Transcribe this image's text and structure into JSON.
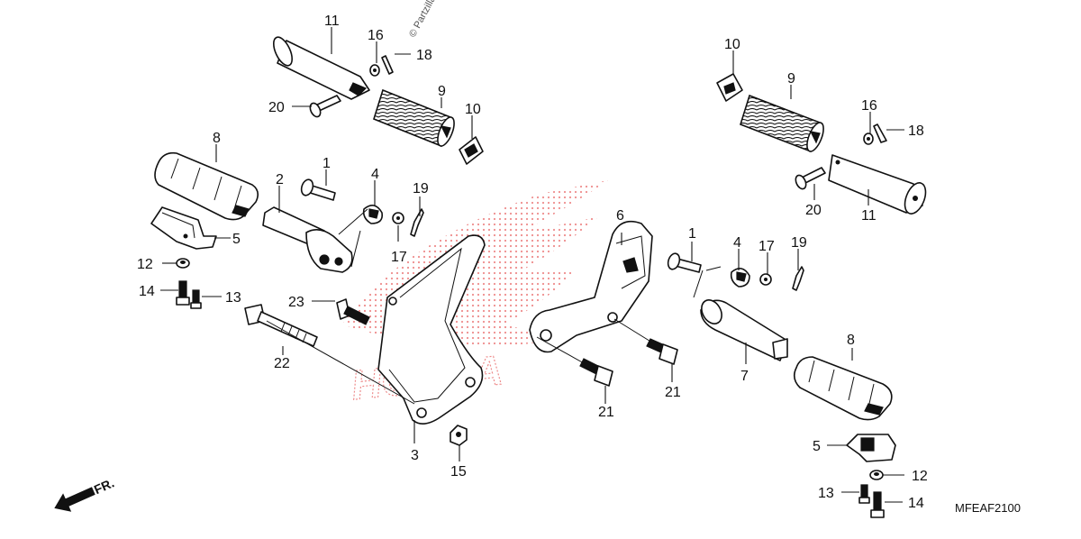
{
  "watermark": "© Partzilla",
  "diagram_code": "MFEAF2100",
  "front_indicator": "FR.",
  "brand_watermark": "HONDA",
  "accent_colors": {
    "watermark_wing": "#e03030",
    "lines": "#111111"
  },
  "callouts": {
    "l_11": "11",
    "l_16": "16",
    "l_18": "18",
    "l_20": "20",
    "l_9": "9",
    "l_10": "10",
    "l_8": "8",
    "l_1": "1",
    "l_2": "2",
    "l_4": "4",
    "l_19": "19",
    "l_5": "5",
    "l_17": "17",
    "l_12": "12",
    "l_14": "14",
    "l_13": "13",
    "l_23": "23",
    "l_22": "22",
    "l_3": "3",
    "l_15": "15",
    "c_6": "6",
    "c_21a": "21",
    "c_21b": "21",
    "r_10": "10",
    "r_9": "9",
    "r_16": "16",
    "r_18": "18",
    "r_20": "20",
    "r_11": "11",
    "r_1": "1",
    "r_4": "4",
    "r_17": "17",
    "r_19": "19",
    "r_7": "7",
    "r_8": "8",
    "r_5": "5",
    "r_12": "12",
    "r_13": "13",
    "r_14": "14"
  }
}
